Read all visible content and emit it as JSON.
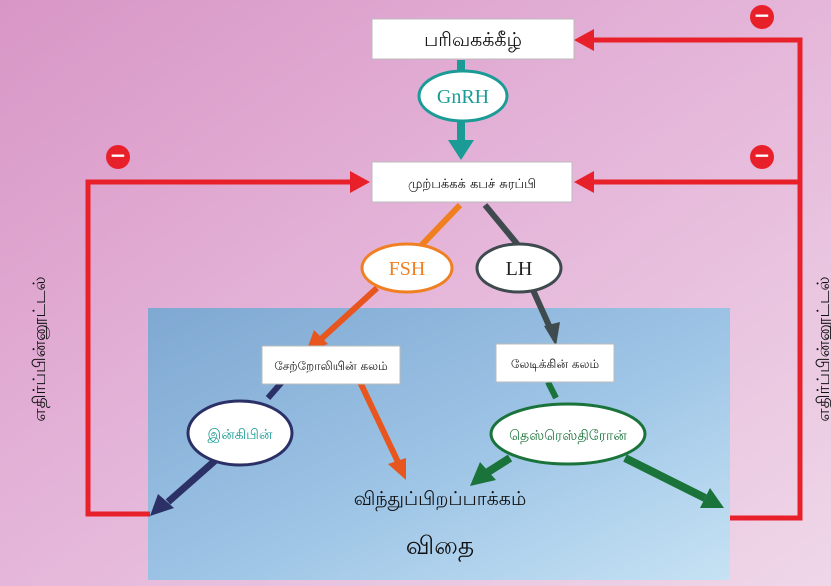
{
  "nodes": {
    "hypothalamus": "பரிவகக்கீழ்",
    "anterior_pituitary": "முற்பக்கக் கபச் சுரப்பி",
    "sertoli": "சேற்றோலியின் கலம்",
    "leydig": "லேடிக்கின் கலம்",
    "spermatogenesis": "விந்துப்பிறப்பாக்கம்",
    "testis": "விதை"
  },
  "hormones": {
    "gnrh": "GnRH",
    "fsh": "FSH",
    "lh": "LH",
    "inhibin": "இன்கிபின்",
    "testosterone": "தெஸ்ரெஸ்திரோன்"
  },
  "feedback": {
    "left_label": "எதிர்ப்பின்னூட்டல்",
    "right_label": "எதிர்ப்பின்னூட்டல்",
    "sign": "−"
  },
  "colors": {
    "feedback_red": "#e8202a",
    "gnrh_teal": "#1a9b96",
    "fsh_orange": "#f07f22",
    "lh_gray": "#3e4a4e",
    "inhibin_navy": "#2b3167",
    "testosterone_green": "#19733a"
  }
}
